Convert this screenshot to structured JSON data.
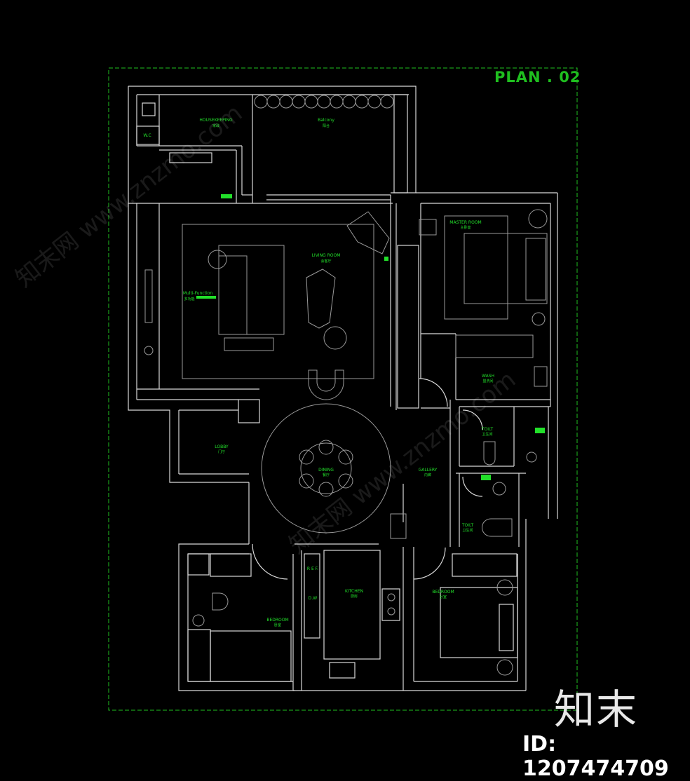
{
  "title": "PLAN . 02",
  "colors": {
    "wall": "#d9d9d9",
    "furniture": "#9a9a9a",
    "label": "#22e02a",
    "border": "#1fbf1f"
  },
  "rooms": [
    {
      "id": "housekeeping",
      "en": "HOUSEKEEPING",
      "cn": "家政"
    },
    {
      "id": "balcony",
      "en": "Balcony",
      "cn": "阳台"
    },
    {
      "id": "wc",
      "en": "W.C",
      "cn": ""
    },
    {
      "id": "living",
      "en": "LIVING ROOM",
      "cn": "会客厅"
    },
    {
      "id": "multi",
      "en": "Multi-Function",
      "cn": "多功能"
    },
    {
      "id": "master",
      "en": "MASTER ROOM",
      "cn": "主卧室"
    },
    {
      "id": "wash",
      "en": "WASH",
      "cn": "盥洗间"
    },
    {
      "id": "toilet1",
      "en": "TOILT",
      "cn": "卫生间"
    },
    {
      "id": "lobby",
      "en": "LOBBY",
      "cn": "门厅"
    },
    {
      "id": "dining",
      "en": "DINING",
      "cn": "餐厅"
    },
    {
      "id": "gallery",
      "en": "GALLERY",
      "cn": "内廊"
    },
    {
      "id": "toilet2",
      "en": "TOILT",
      "cn": "卫生间"
    },
    {
      "id": "ref",
      "en": "R E F.",
      "cn": ""
    },
    {
      "id": "dw",
      "en": "D.W",
      "cn": ""
    },
    {
      "id": "kitchen",
      "en": "KITCHEN",
      "cn": "厨房"
    },
    {
      "id": "bedroom1",
      "en": "BEDROOM",
      "cn": "卧室"
    },
    {
      "id": "bedroom2",
      "en": "BEDROOM",
      "cn": "卧室"
    }
  ],
  "watermark": {
    "logo": "知末",
    "id": "ID: 1207474709",
    "site": "知末网 www.znzmo.com"
  }
}
